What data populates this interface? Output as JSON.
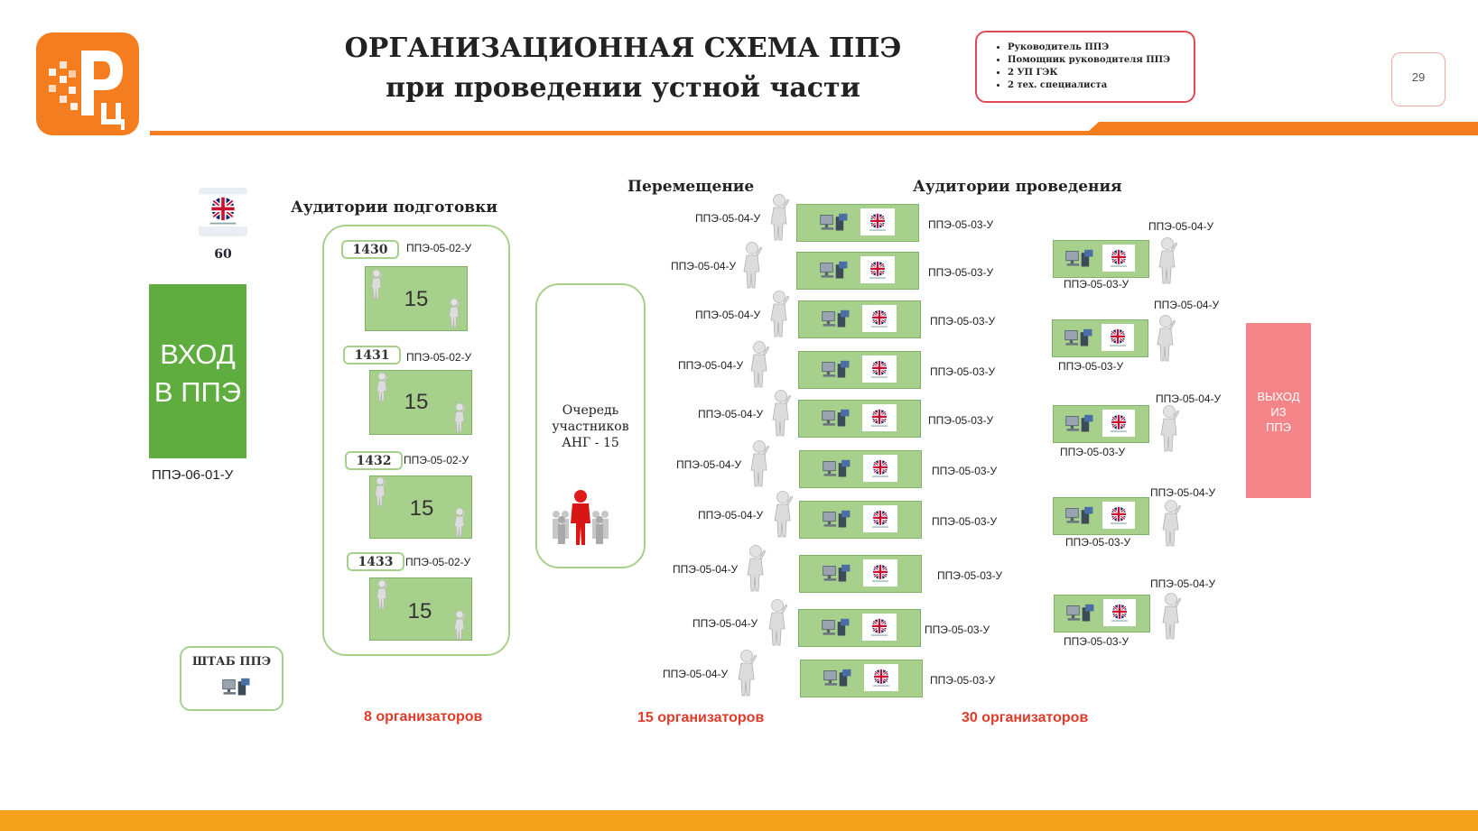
{
  "header": {
    "title_line1": "ОРГАНИЗАЦИОННАЯ СХЕМА ППЭ",
    "title_line2": "при проведении устной части",
    "staff_list": [
      "Руководитель ППЭ",
      "Помощник руководителя ППЭ",
      "2 УП ГЭК",
      "2 тех. специалиста"
    ],
    "page_number": "29"
  },
  "colors": {
    "orange": "#f47d20",
    "green": "#a8d08d",
    "entry_green": "#5fac3f",
    "exit_pink": "#f4868a",
    "count_red": "#e23b2a"
  },
  "left": {
    "language_count": "60",
    "entry_label_line1": "ВХОД",
    "entry_label_line2": "В ППЭ",
    "entry_code": "ППЭ-06-01-У",
    "hq_label": "ШТАБ ППЭ"
  },
  "prep": {
    "title": "Аудитории подготовки",
    "rooms": [
      {
        "number": "1430",
        "code": "ППЭ-05-02-У",
        "seats": "15"
      },
      {
        "number": "1431",
        "code": "ППЭ-05-02-У",
        "seats": "15"
      },
      {
        "number": "1432",
        "code": "ППЭ-05-02-У",
        "seats": "15"
      },
      {
        "number": "1433",
        "code": "ППЭ-05-02-У",
        "seats": "15"
      }
    ],
    "organizers": "8 организаторов"
  },
  "queue": {
    "line1": "Очередь",
    "line2": "участников",
    "line3": "АНГ - 15"
  },
  "movement": {
    "title": "Перемещение",
    "organizers": "15 организаторов",
    "rows": [
      {
        "code": "ППЭ-05-04-У",
        "room_code": "ППЭ-05-03-У"
      },
      {
        "code": "ППЭ-05-04-У",
        "room_code": "ППЭ-05-03-У"
      },
      {
        "code": "ППЭ-05-04-У",
        "room_code": "ППЭ-05-03-У"
      },
      {
        "code": "ППЭ-05-04-У",
        "room_code": "ППЭ-05-03-У"
      },
      {
        "code": "ППЭ-05-04-У",
        "room_code": "ППЭ-05-03-У"
      },
      {
        "code": "ППЭ-05-04-У",
        "room_code": "ППЭ-05-03-У"
      },
      {
        "code": "ППЭ-05-04-У",
        "room_code": "ППЭ-05-03-У"
      },
      {
        "code": "ППЭ-05-04-У",
        "room_code": "ППЭ-05-03-У"
      },
      {
        "code": "ППЭ-05-04-У",
        "room_code": "ППЭ-05-03-У"
      },
      {
        "code": "ППЭ-05-04-У",
        "room_code": "ППЭ-05-03-У"
      }
    ]
  },
  "exam": {
    "title": "Аудитории проведения",
    "organizers": "30 организаторов",
    "rooms": [
      {
        "organizer_code": "ППЭ-05-04-У",
        "room_code": "ППЭ-05-03-У"
      },
      {
        "organizer_code": "ППЭ-05-04-У",
        "room_code": "ППЭ-05-03-У"
      },
      {
        "organizer_code": "ППЭ-05-04-У",
        "room_code": "ППЭ-05-03-У"
      },
      {
        "organizer_code": "ППЭ-05-04-У",
        "room_code": "ППЭ-05-03-У"
      },
      {
        "organizer_code": "ППЭ-05-04-У",
        "room_code": "ППЭ-05-03-У"
      }
    ]
  },
  "exit": {
    "line1": "ВЫХОД",
    "line2": "ИЗ",
    "line3": "ППЭ"
  }
}
